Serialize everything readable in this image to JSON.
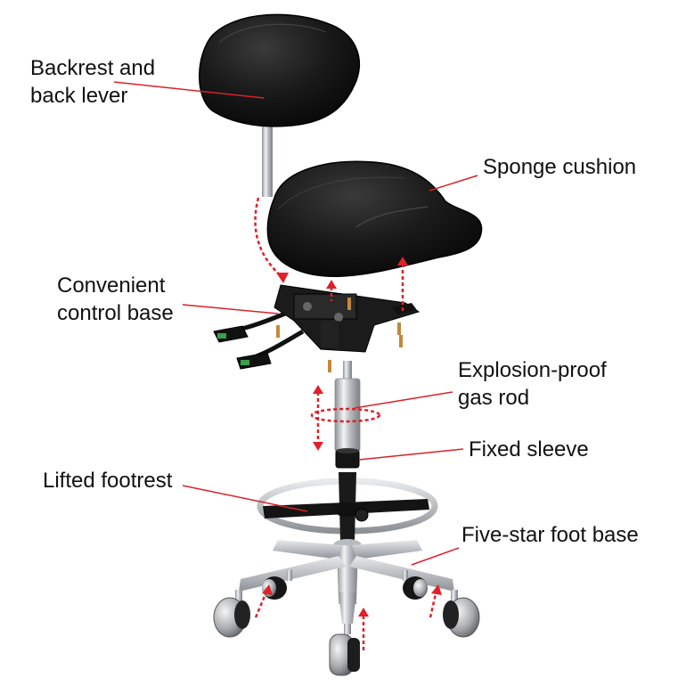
{
  "labels": {
    "backrest_line1": "Backrest and",
    "backrest_line2": "back lever",
    "cushion": "Sponge cushion",
    "control_line1": "Convenient",
    "control_line2": "control base",
    "gasrod_line1": "Explosion-proof",
    "gasrod_line2": "gas rod",
    "sleeve": "Fixed sleeve",
    "footrest": "Lifted footrest",
    "base": "Five-star foot base"
  },
  "colors": {
    "leader": "#d9232b",
    "arrow": "#e0202a",
    "leather": "#141414",
    "chrome": "#c9ccd0",
    "text": "#111111"
  }
}
